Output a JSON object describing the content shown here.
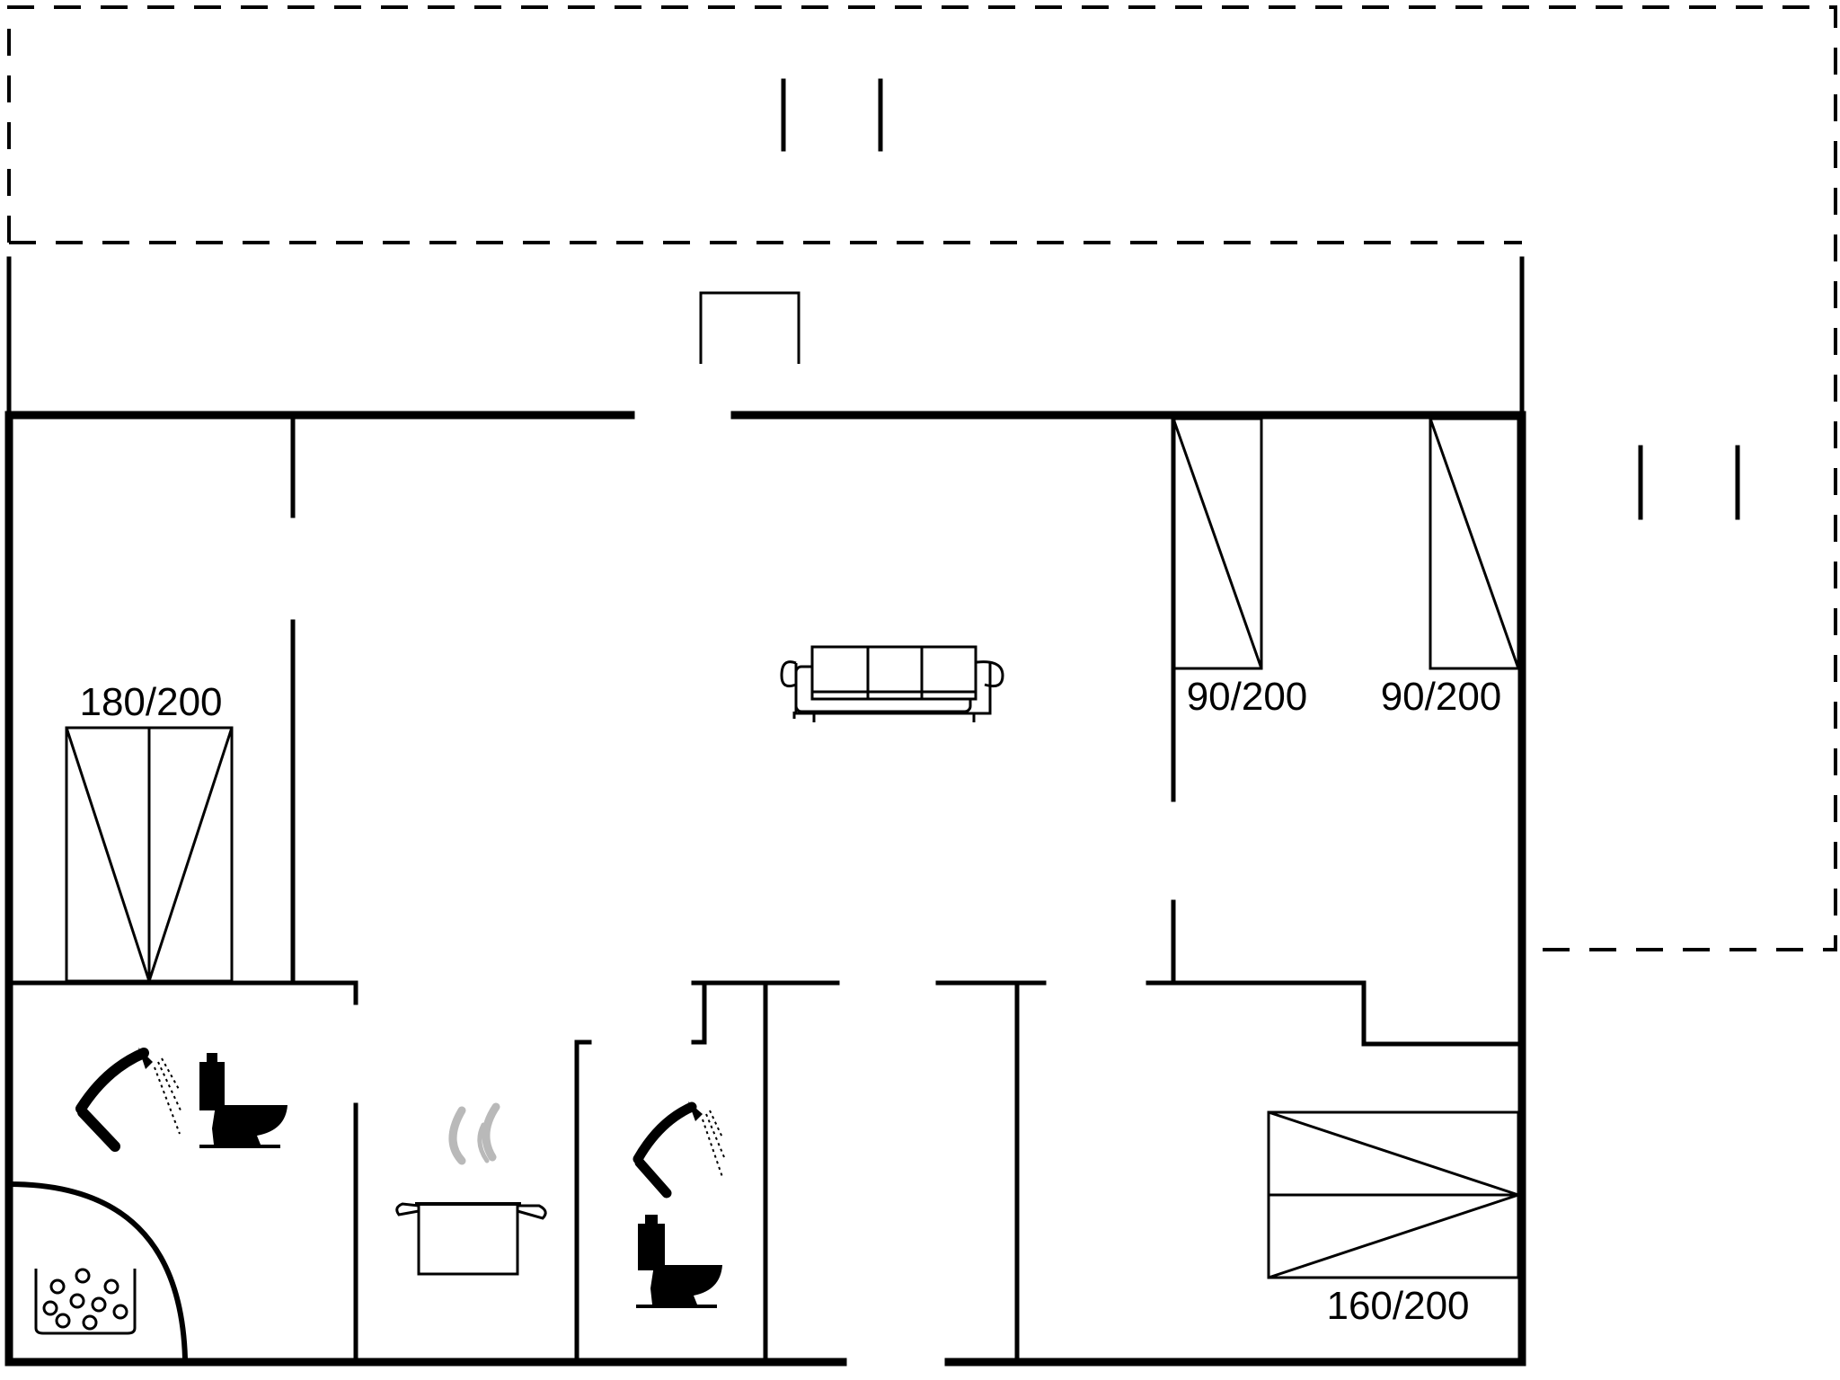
{
  "plan": {
    "beds": {
      "bedroom_left": "180/200",
      "bedroom_top_right_a": "90/200",
      "bedroom_top_right_b": "90/200",
      "bedroom_bottom_right": "160/200"
    },
    "icons": [
      "sofa-icon",
      "shower-icon",
      "toilet-icon",
      "sauna-icon",
      "cooking-pot-icon"
    ]
  }
}
